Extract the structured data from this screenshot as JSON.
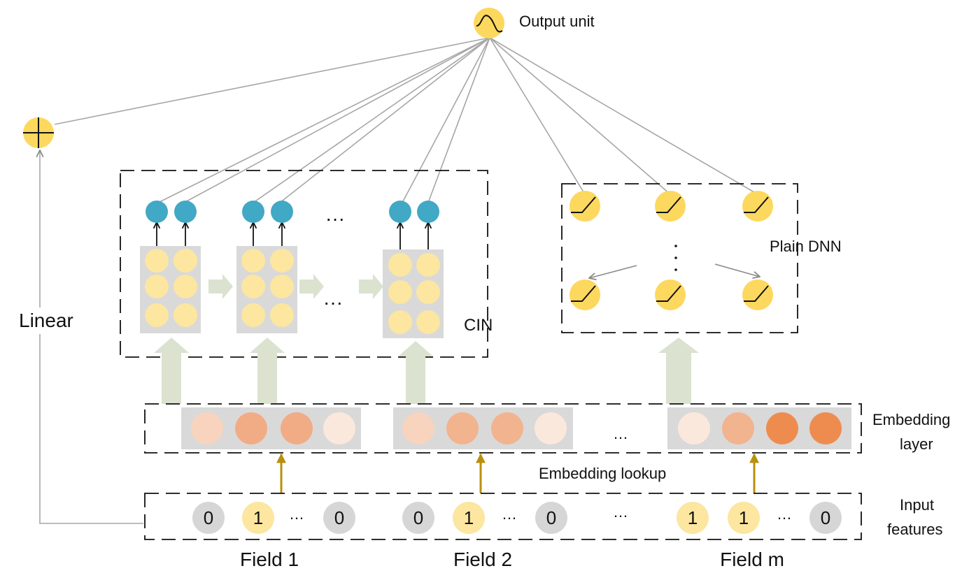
{
  "labels": {
    "output_unit": "Output unit",
    "linear": "Linear",
    "cin": "CIN",
    "plain_dnn": "Plain DNN",
    "embedding_layer_line1": "Embedding",
    "embedding_layer_line2": "layer",
    "embedding_lookup": "Embedding lookup",
    "input_features_line1": "Input",
    "input_features_line2": "features",
    "ellipsis": "···",
    "ellipsis_small": "…"
  },
  "fields": [
    {
      "name": "Field 1",
      "bits": [
        "0",
        "1",
        "…",
        "0"
      ],
      "embedding_colors": [
        "#f8d3bd",
        "#f1ac85",
        "#f1ac85",
        "#fbe8dc"
      ]
    },
    {
      "name": "Field 2",
      "bits": [
        "0",
        "1",
        "…",
        "0"
      ],
      "embedding_colors": [
        "#f8d3bd",
        "#f2b38f",
        "#f2b38f",
        "#fbe8dc"
      ]
    },
    {
      "name": "Field m",
      "bits": [
        "1",
        "1",
        "…",
        "0"
      ],
      "embedding_colors": [
        "#fbe8dc",
        "#f2b38f",
        "#ee8c4f",
        "#ee8c4f"
      ]
    }
  ],
  "colors": {
    "unit_yellow": "#fdd85e",
    "cin_cell": "#fce6a0",
    "cin_output": "#41a8c5",
    "bit_zero": "#d6d6d6",
    "bit_one": "#fce6a0",
    "lookup_arrow": "#b8900e",
    "wide_arrow": "#dbe2cf",
    "panel_gray": "#d9d9d9",
    "connection_gray": "#a6a6a6"
  },
  "icons": {
    "output_unit": "sigmoid-icon",
    "sum_unit": "plus-icon",
    "dnn_unit": "relu-icon"
  }
}
